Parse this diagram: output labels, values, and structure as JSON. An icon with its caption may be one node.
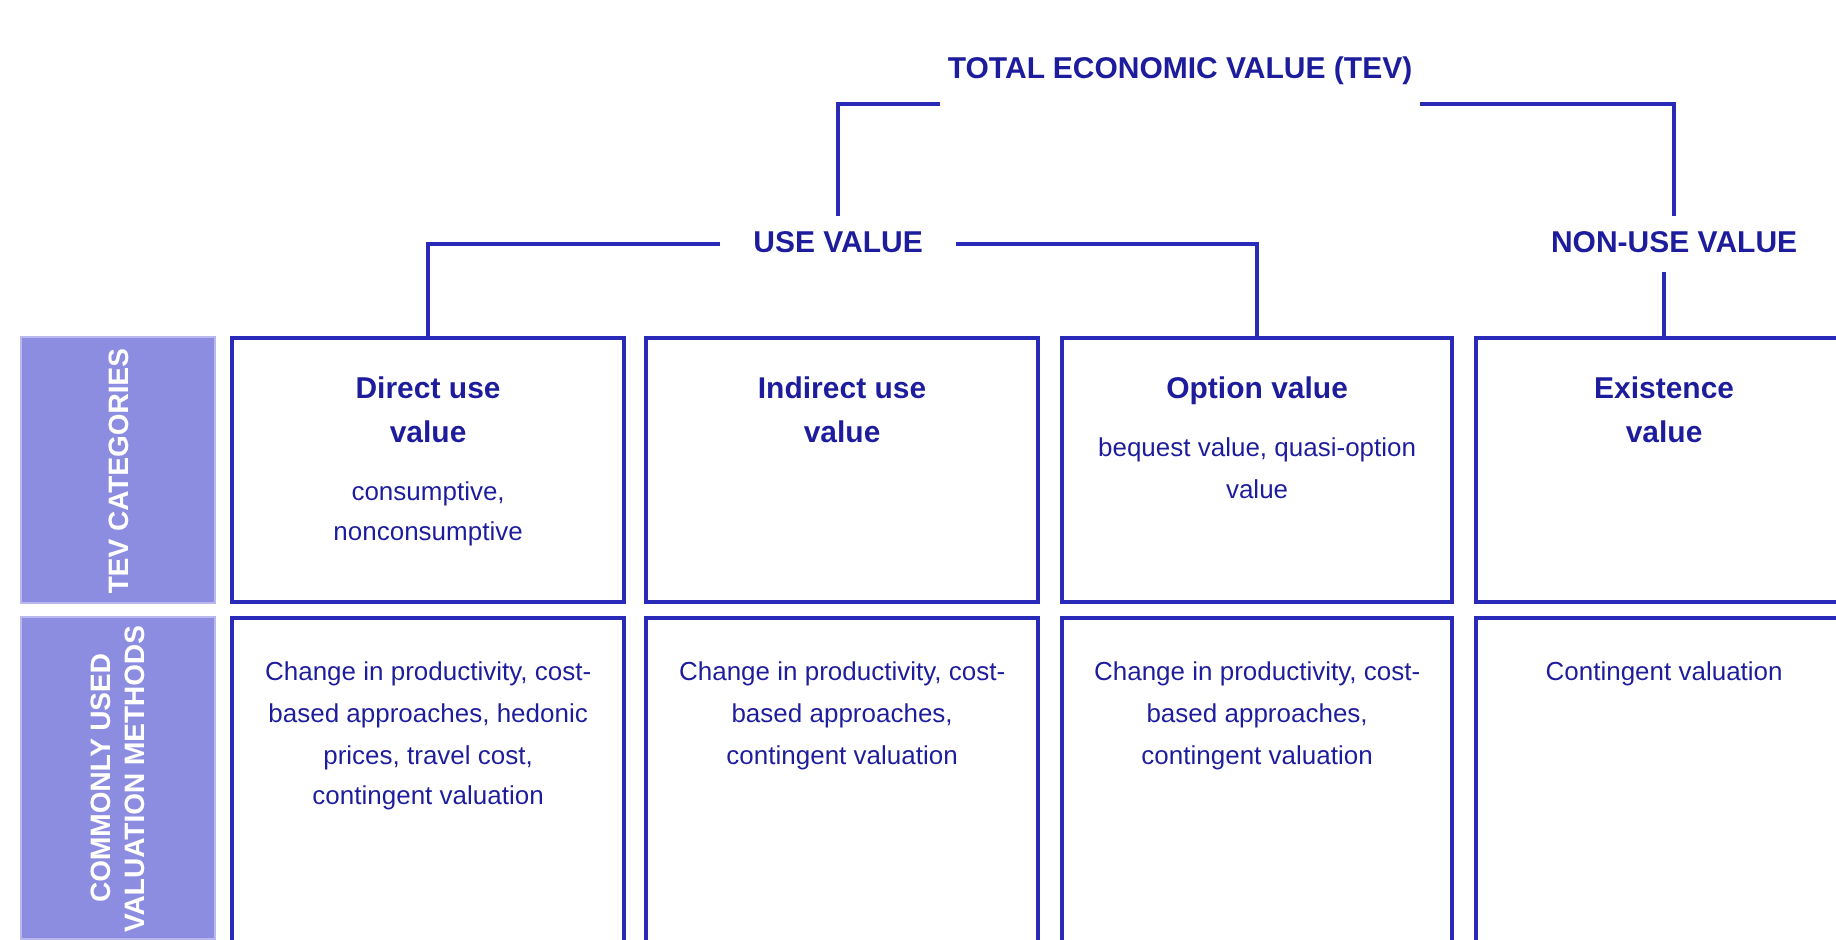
{
  "diagram": {
    "nodes": [
      {
        "text": [
          "TOTAL ECONOMIC VALUE (TEV)"
        ]
      },
      {
        "text": [
          "USE VALUE"
        ]
      },
      {
        "text": [
          "NON-USE VALUE"
        ]
      },
      {
        "text": [
          "TEV CATEGORIES"
        ]
      },
      {
        "text": [
          "COMMONLY USED VALUATION METHODS"
        ]
      },
      {
        "text": [
          "Direct use value",
          "consumptive, nonconsumptive"
        ]
      },
      {
        "text": [
          "Indirect use value"
        ]
      },
      {
        "text": [
          "Option value",
          "bequest value, quasi-option value"
        ]
      },
      {
        "text": [
          "Existence value"
        ]
      },
      {
        "text": [
          "Change in productivity, cost-based approaches, hedonic prices, travel cost, contingent valuation"
        ]
      },
      {
        "text": [
          "Change in productivity, cost-based approaches, contingent valuation"
        ]
      },
      {
        "text": [
          "Change in productivity, cost-based approaches, contingent valuation"
        ]
      },
      {
        "text": [
          "Contingent valuation"
        ]
      }
    ],
    "edges": [
      {
        "from": 0,
        "to": 1,
        "arrow": "none"
      },
      {
        "from": 0,
        "to": 2,
        "arrow": "none"
      },
      {
        "from": 1,
        "to": 5,
        "arrow": "none"
      },
      {
        "from": 1,
        "to": 7,
        "arrow": "none"
      },
      {
        "from": 2,
        "to": 8,
        "arrow": "none"
      }
    ]
  }
}
